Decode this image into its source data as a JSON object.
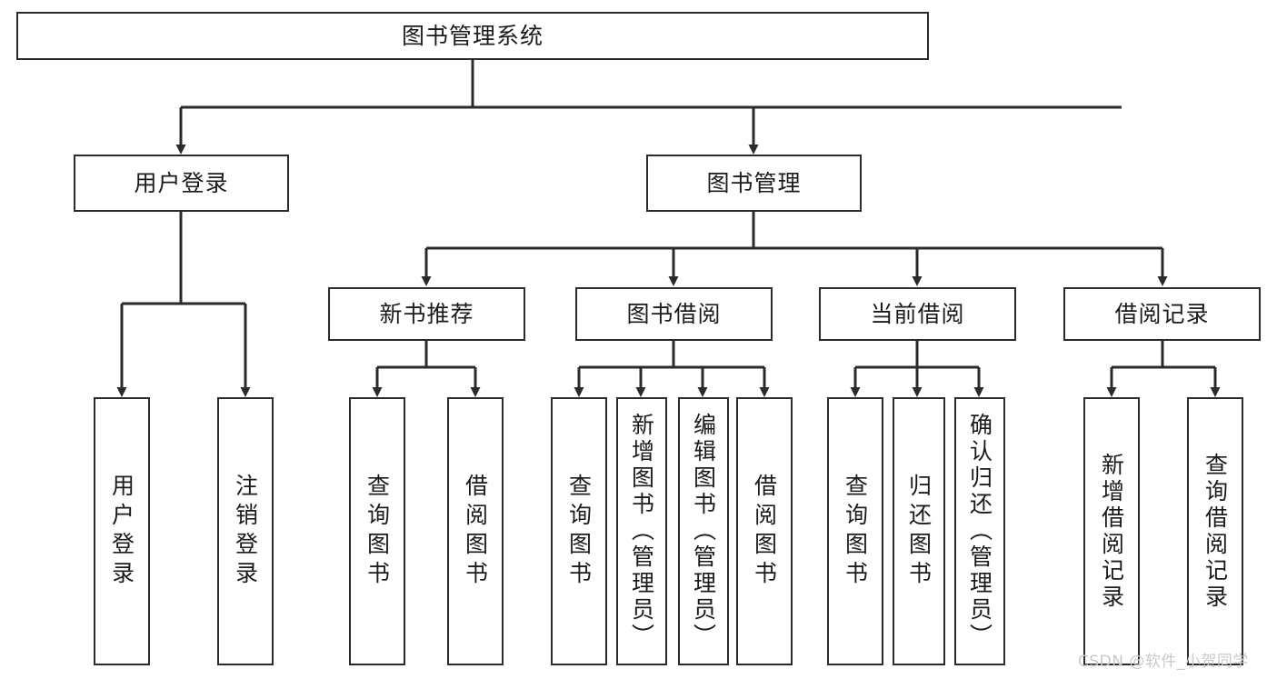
{
  "diagram": {
    "title": "图书管理系统",
    "type": "tree-hierarchy",
    "root": {
      "label": "图书管理系统"
    },
    "level2": [
      {
        "label": "用户登录"
      },
      {
        "label": "图书管理"
      }
    ],
    "level3": [
      {
        "label": "新书推荐"
      },
      {
        "label": "图书借阅"
      },
      {
        "label": "当前借阅"
      },
      {
        "label": "借阅记录"
      }
    ],
    "leaves": {
      "user_login": [
        {
          "label": "用户登录"
        },
        {
          "label": "注销登录"
        }
      ],
      "new_book_recommend": [
        {
          "label": "查询图书"
        },
        {
          "label": "借阅图书"
        }
      ],
      "book_borrow": [
        {
          "label": "查询图书"
        },
        {
          "label": "新增图书（管理员）"
        },
        {
          "label": "编辑图书（管理员）"
        },
        {
          "label": "借阅图书"
        }
      ],
      "current_borrow": [
        {
          "label": "查询图书"
        },
        {
          "label": "归还图书"
        },
        {
          "label": "确认归还（管理员）"
        }
      ],
      "borrow_record": [
        {
          "label": "新增借阅记录"
        },
        {
          "label": "查询借阅记录"
        }
      ]
    }
  },
  "watermark": {
    "text": "CSDN @软件_小贺同学"
  },
  "colors": {
    "stroke": "#2b2b2b",
    "box_fill": "#ffffff",
    "text": "#1b1b1b",
    "watermark": "#c9c9c9",
    "background": "#ffffff"
  }
}
